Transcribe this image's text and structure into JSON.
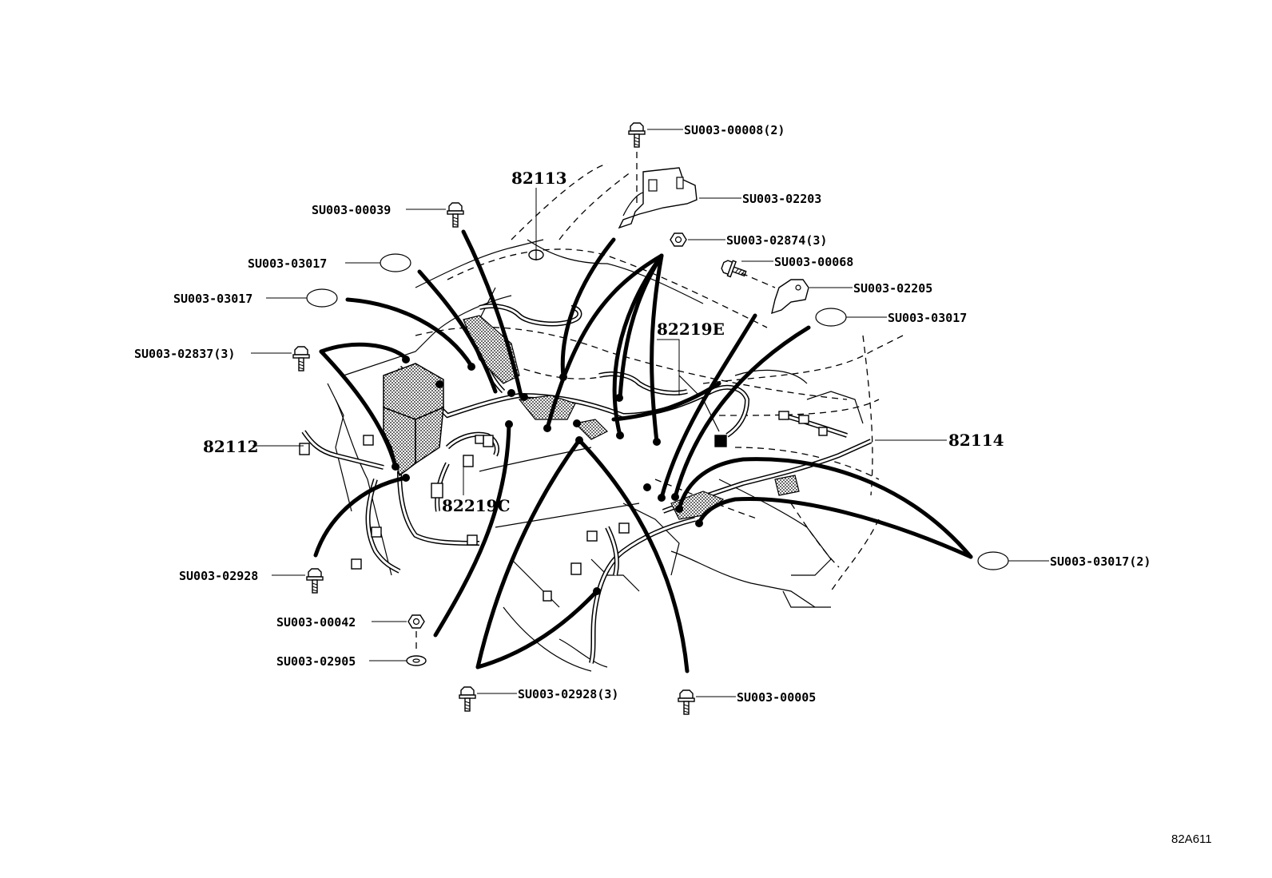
{
  "figure_id": "82A611",
  "part_labels": [
    {
      "id": "82113",
      "text": "82113"
    },
    {
      "id": "82112",
      "text": "82112"
    },
    {
      "id": "82114",
      "text": "82114"
    },
    {
      "id": "82219E",
      "text": "82219E"
    },
    {
      "id": "82219C",
      "text": "82219C"
    }
  ],
  "callouts": [
    {
      "text": "SU003-00008(2)"
    },
    {
      "text": "SU003-02203"
    },
    {
      "text": "SU003-00039"
    },
    {
      "text": "SU003-02874(3)"
    },
    {
      "text": "SU003-00068"
    },
    {
      "text": "SU003-03017"
    },
    {
      "text": "SU003-02205"
    },
    {
      "text": "SU003-03017"
    },
    {
      "text": "SU003-03017"
    },
    {
      "text": "SU003-02837(3)"
    },
    {
      "text": "SU003-02928"
    },
    {
      "text": "SU003-03017(2)"
    },
    {
      "text": "SU003-00042"
    },
    {
      "text": "SU003-02905"
    },
    {
      "text": "SU003-02928(3)"
    },
    {
      "text": "SU003-00005"
    }
  ]
}
